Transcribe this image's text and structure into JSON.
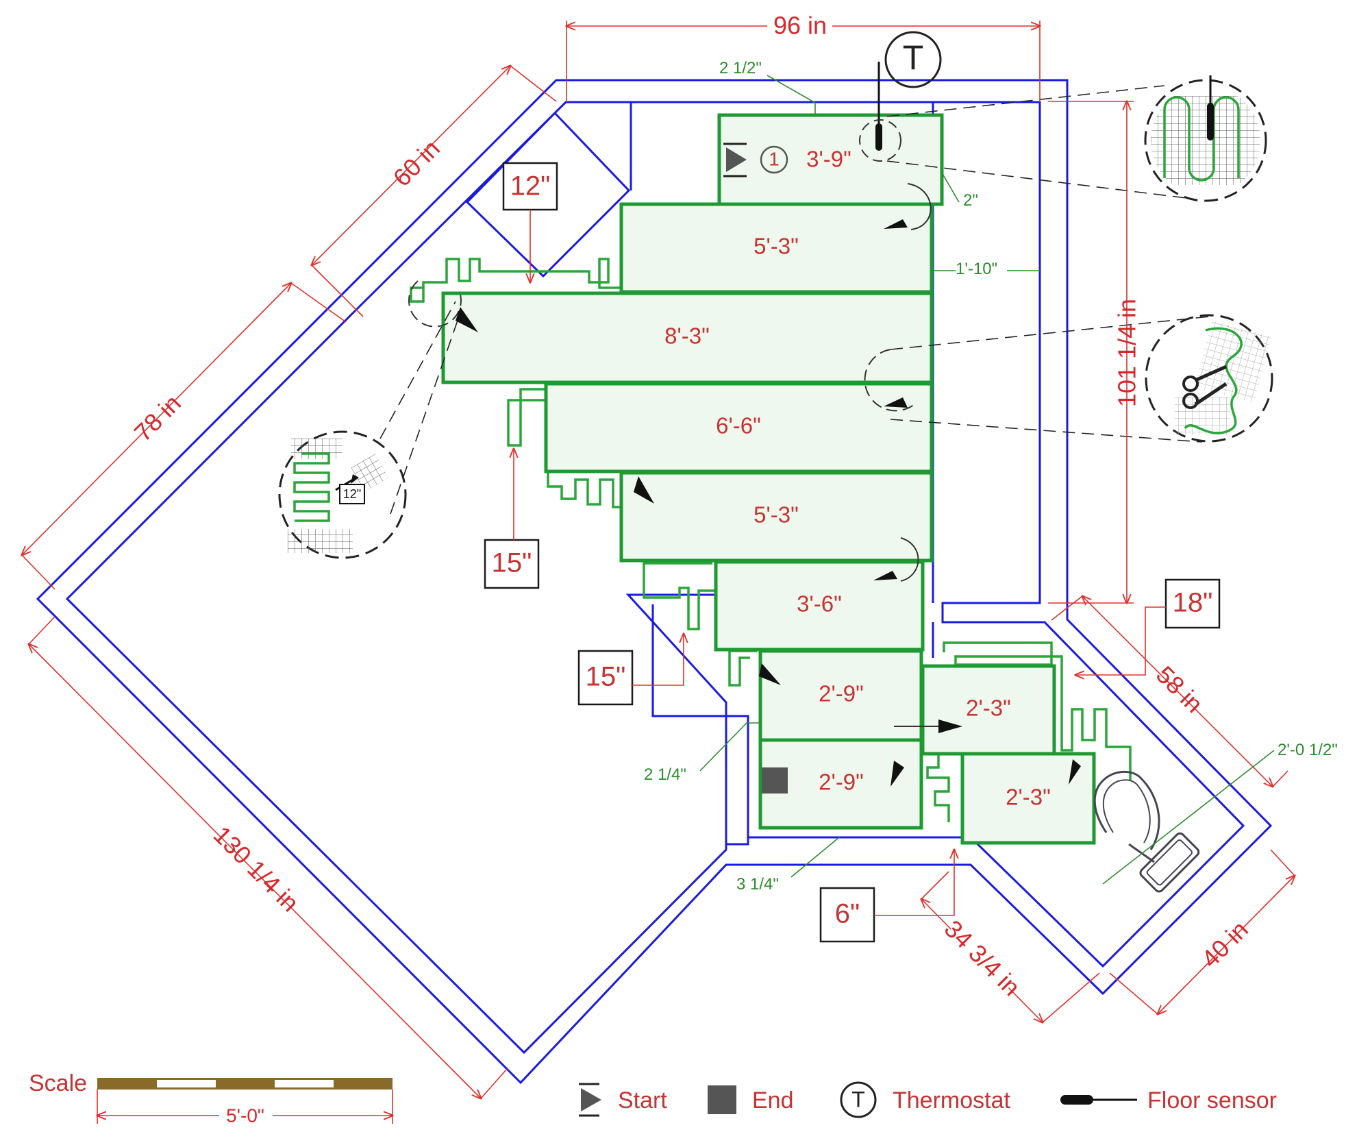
{
  "dimensions": {
    "top_width": "96 in",
    "right_height": "101 1/4 in",
    "diag_upper": "60 in",
    "diag_left": "78 in",
    "diag_bottom_left": "130 1/4 in",
    "diag_right_upper": "58 in",
    "diag_right_lower": "40 in",
    "diag_bottom_mid": "34 3/4 in"
  },
  "small_dims": {
    "top_gap": "2 1/2\"",
    "right_gap_small": "2\"",
    "right_gap": "1'-10\"",
    "left_gap": "2 1/4\"",
    "bottom_gap": "3 1/4\"",
    "toilet_gap": "2'-0 1/2\""
  },
  "spacing_boxes": [
    "12\"",
    "15\"",
    "15\"",
    "18\"",
    "6\""
  ],
  "mats": [
    "3'-9\"",
    "5'-3\"",
    "8'-3\"",
    "6'-6\"",
    "5'-3\"",
    "3'-6\"",
    "2'-9\"",
    "2'-3\"",
    "2'-9\"",
    "2'-3\""
  ],
  "start_number": "1",
  "thermostat_symbol": "T",
  "inset_spacing": "12\"",
  "scale": {
    "label": "Scale",
    "length": "5'-0\""
  },
  "legend": {
    "start": "Start",
    "end": "End",
    "thermostat": "Thermostat",
    "thermostat_symbol": "T",
    "floor_sensor": "Floor sensor"
  },
  "colors": {
    "wall": "#1a1ae6",
    "mat": "#1e9a32",
    "dimension": "#e0302a",
    "label": "#c83232"
  },
  "icons": [
    "start-icon",
    "end-icon",
    "thermostat-icon",
    "floor-sensor-icon",
    "scissors-icon",
    "toilet-icon"
  ]
}
